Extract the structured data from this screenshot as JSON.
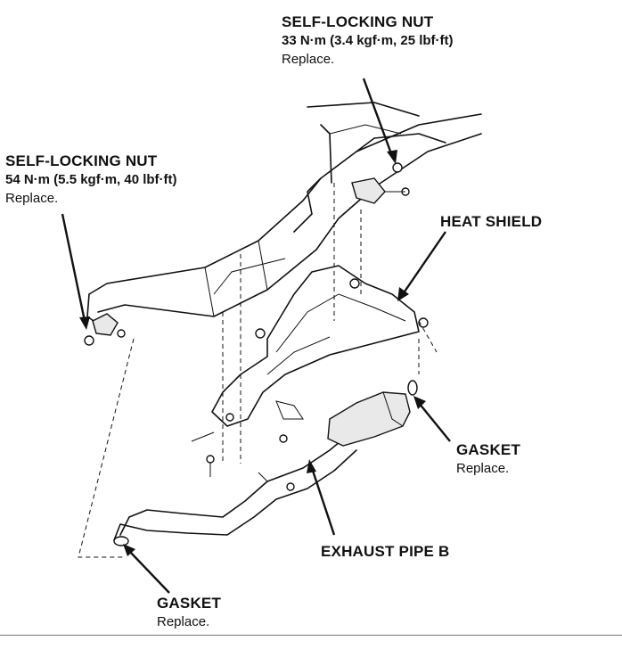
{
  "callouts": {
    "nut_upper": {
      "title": "SELF-LOCKING NUT",
      "torque": "33 N·m (3.4 kgf·m, 25 lbf·ft)",
      "note": "Replace."
    },
    "nut_left": {
      "title": "SELF-LOCKING NUT",
      "torque": "54 N·m (5.5 kgf·m, 40 lbf·ft)",
      "note": "Replace."
    },
    "heat_shield": {
      "title": "HEAT SHIELD"
    },
    "gasket_right": {
      "title": "GASKET",
      "note": "Replace."
    },
    "exhaust_pipe_b": {
      "title": "EXHAUST PIPE B"
    },
    "gasket_bottom": {
      "title": "GASKET",
      "note": "Replace."
    }
  }
}
